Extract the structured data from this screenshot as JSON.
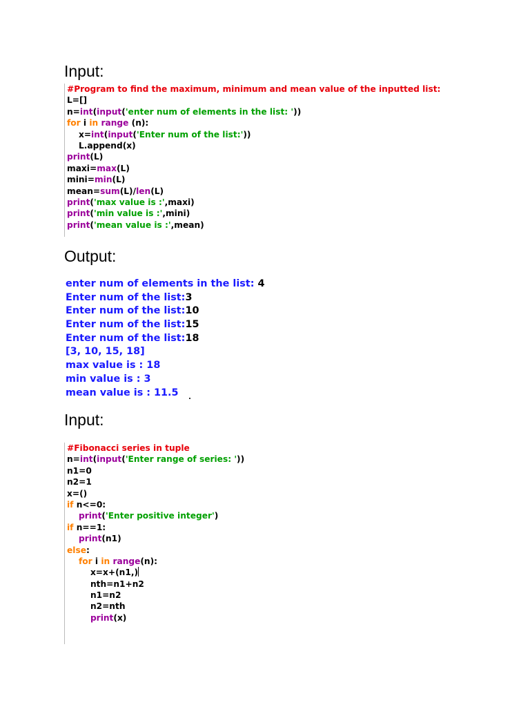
{
  "colors": {
    "comment": "#e8000b",
    "keyword": "#ff8000",
    "builtin": "#9b009b",
    "string": "#00a000",
    "plain": "#000000",
    "output_prompt": "#1a1aff",
    "output_value": "#000000"
  },
  "section1": {
    "heading": "Input:",
    "code": [
      [
        {
          "c": "comment",
          "t": "#Program to find the maximum, minimum and mean value of the inputted list:"
        }
      ],
      [
        {
          "c": "plain",
          "t": "L=[]"
        }
      ],
      [
        {
          "c": "plain",
          "t": "n="
        },
        {
          "c": "builtin",
          "t": "int"
        },
        {
          "c": "plain",
          "t": "("
        },
        {
          "c": "builtin",
          "t": "input"
        },
        {
          "c": "plain",
          "t": "("
        },
        {
          "c": "string",
          "t": "'enter num of elements in the list: '"
        },
        {
          "c": "plain",
          "t": "))"
        }
      ],
      [
        {
          "c": "keyword",
          "t": "for"
        },
        {
          "c": "plain",
          "t": " i "
        },
        {
          "c": "keyword",
          "t": "in"
        },
        {
          "c": "plain",
          "t": " "
        },
        {
          "c": "builtin",
          "t": "range"
        },
        {
          "c": "plain",
          "t": " (n):"
        }
      ],
      [
        {
          "c": "plain",
          "t": "    x="
        },
        {
          "c": "builtin",
          "t": "int"
        },
        {
          "c": "plain",
          "t": "("
        },
        {
          "c": "builtin",
          "t": "input"
        },
        {
          "c": "plain",
          "t": "("
        },
        {
          "c": "string",
          "t": "'Enter num of the list:'"
        },
        {
          "c": "plain",
          "t": "))"
        }
      ],
      [
        {
          "c": "plain",
          "t": "    L.append(x)"
        }
      ],
      [
        {
          "c": "builtin",
          "t": "print"
        },
        {
          "c": "plain",
          "t": "(L)"
        }
      ],
      [
        {
          "c": "plain",
          "t": "maxi="
        },
        {
          "c": "builtin",
          "t": "max"
        },
        {
          "c": "plain",
          "t": "(L)"
        }
      ],
      [
        {
          "c": "plain",
          "t": "mini="
        },
        {
          "c": "builtin",
          "t": "min"
        },
        {
          "c": "plain",
          "t": "(L)"
        }
      ],
      [
        {
          "c": "plain",
          "t": "mean="
        },
        {
          "c": "builtin",
          "t": "sum"
        },
        {
          "c": "plain",
          "t": "(L)/"
        },
        {
          "c": "builtin",
          "t": "len"
        },
        {
          "c": "plain",
          "t": "(L)"
        }
      ],
      [
        {
          "c": "builtin",
          "t": "print"
        },
        {
          "c": "plain",
          "t": "("
        },
        {
          "c": "string",
          "t": "'max value is :'"
        },
        {
          "c": "plain",
          "t": ",maxi)"
        }
      ],
      [
        {
          "c": "builtin",
          "t": "print"
        },
        {
          "c": "plain",
          "t": "("
        },
        {
          "c": "string",
          "t": "'min value is :'"
        },
        {
          "c": "plain",
          "t": ",mini)"
        }
      ],
      [
        {
          "c": "builtin",
          "t": "print"
        },
        {
          "c": "plain",
          "t": "("
        },
        {
          "c": "string",
          "t": "'mean value is :'"
        },
        {
          "c": "plain",
          "t": ",mean)"
        }
      ]
    ]
  },
  "section2": {
    "heading": "Output:",
    "lines": [
      [
        {
          "c": "output_prompt",
          "t": "enter num of elements in the list: "
        },
        {
          "c": "output_value",
          "t": "4"
        }
      ],
      [
        {
          "c": "output_prompt",
          "t": "Enter num of the list:"
        },
        {
          "c": "output_value",
          "t": "3"
        }
      ],
      [
        {
          "c": "output_prompt",
          "t": "Enter num of the list:"
        },
        {
          "c": "output_value",
          "t": "10"
        }
      ],
      [
        {
          "c": "output_prompt",
          "t": "Enter num of the list:"
        },
        {
          "c": "output_value",
          "t": "15"
        }
      ],
      [
        {
          "c": "output_prompt",
          "t": "Enter num of the list:"
        },
        {
          "c": "output_value",
          "t": "18"
        }
      ],
      [
        {
          "c": "output_prompt",
          "t": "[3, 10, 15, 18]"
        }
      ],
      [
        {
          "c": "output_prompt",
          "t": "max value is : 18"
        }
      ],
      [
        {
          "c": "output_prompt",
          "t": "min value is : 3"
        }
      ],
      [
        {
          "c": "output_prompt",
          "t": "mean value is : 11.5"
        }
      ]
    ]
  },
  "section3": {
    "heading": "Input:",
    "code": [
      [
        {
          "c": "comment",
          "t": "#Fibonacci series in tuple"
        }
      ],
      [
        {
          "c": "plain",
          "t": "n="
        },
        {
          "c": "builtin",
          "t": "int"
        },
        {
          "c": "plain",
          "t": "("
        },
        {
          "c": "builtin",
          "t": "input"
        },
        {
          "c": "plain",
          "t": "("
        },
        {
          "c": "string",
          "t": "'Enter range of series: '"
        },
        {
          "c": "plain",
          "t": "))"
        }
      ],
      [
        {
          "c": "plain",
          "t": "n1=0"
        }
      ],
      [
        {
          "c": "plain",
          "t": "n2=1"
        }
      ],
      [
        {
          "c": "plain",
          "t": "x=()"
        }
      ],
      [
        {
          "c": "keyword",
          "t": "if"
        },
        {
          "c": "plain",
          "t": " n<=0:"
        }
      ],
      [
        {
          "c": "plain",
          "t": "    "
        },
        {
          "c": "builtin",
          "t": "print"
        },
        {
          "c": "plain",
          "t": "("
        },
        {
          "c": "string",
          "t": "'Enter positive integer'"
        },
        {
          "c": "plain",
          "t": ")"
        }
      ],
      [
        {
          "c": "keyword",
          "t": "if"
        },
        {
          "c": "plain",
          "t": " n==1:"
        }
      ],
      [
        {
          "c": "plain",
          "t": "    "
        },
        {
          "c": "builtin",
          "t": "print"
        },
        {
          "c": "plain",
          "t": "(n1)"
        }
      ],
      [
        {
          "c": "keyword",
          "t": "else"
        },
        {
          "c": "plain",
          "t": ":"
        }
      ],
      [
        {
          "c": "plain",
          "t": "    "
        },
        {
          "c": "keyword",
          "t": "for"
        },
        {
          "c": "plain",
          "t": " i "
        },
        {
          "c": "keyword",
          "t": "in"
        },
        {
          "c": "plain",
          "t": " "
        },
        {
          "c": "builtin",
          "t": "range"
        },
        {
          "c": "plain",
          "t": "(n):"
        }
      ],
      [
        {
          "c": "plain",
          "t": "        x=x+(n1,)"
        }
      ],
      [
        {
          "c": "plain",
          "t": "        nth=n1+n2"
        }
      ],
      [
        {
          "c": "plain",
          "t": "        n1=n2"
        }
      ],
      [
        {
          "c": "plain",
          "t": "        n2=nth"
        }
      ],
      [
        {
          "c": "plain",
          "t": "        "
        },
        {
          "c": "builtin",
          "t": "print"
        },
        {
          "c": "plain",
          "t": "(x)"
        }
      ]
    ]
  }
}
